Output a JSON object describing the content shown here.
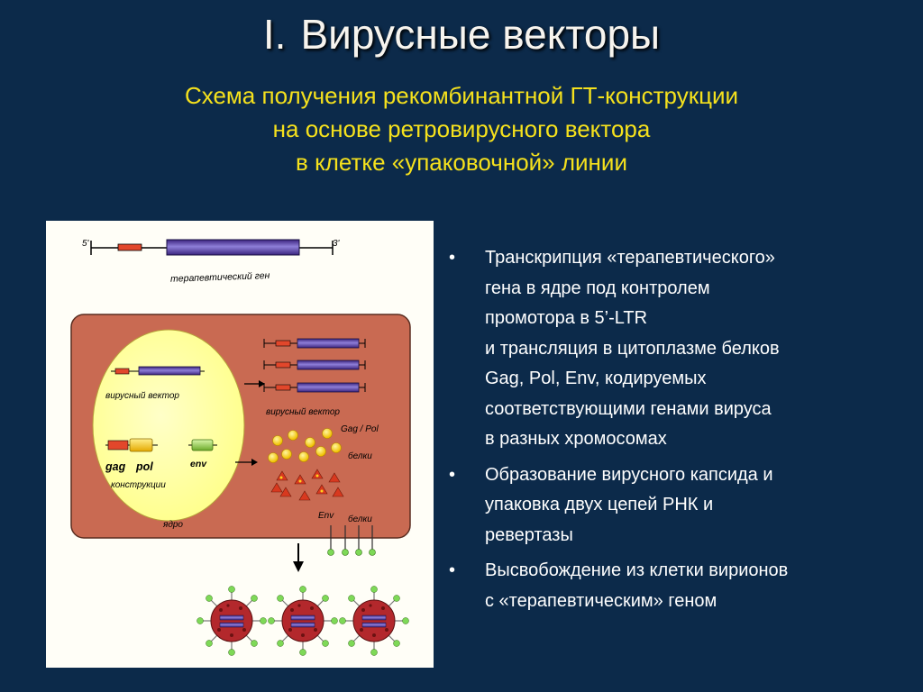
{
  "slide": {
    "number": "I.",
    "title": "Вирусные векторы",
    "subtitle_lines": [
      "Схема получения рекомбинантной ГТ-конструкции",
      "на основе ретровирусного вектора",
      "в клетке «упаковочной» линии"
    ]
  },
  "figure": {
    "five_prime": "5'",
    "three_prime": "3'",
    "therapeutic_gene": "терапевтический ген",
    "viral_vector_nucleus": "вирусный вектор",
    "viral_vector_cytoplasm": "вирусный вектор",
    "gag_pol_header": "Gag / Pol",
    "proteins_1": "белки",
    "gag": "gag",
    "pol": "pol",
    "env": "env",
    "constructs": "конструкции",
    "nucleus": "ядро",
    "env_protein": "Env",
    "proteins_2": "белки",
    "colors": {
      "rna_bar": "#5a3fae",
      "promoter": "#e2472b",
      "cell": "#c96a52",
      "nucleus": "#ffff9e",
      "gag_box": "#ffd21e",
      "env_box": "#9ed957",
      "virion": "#b3282c"
    }
  },
  "bullets": [
    {
      "marker": "•",
      "lines": [
        "Транскрипция «терапевтического»",
        "гена в ядре под контролем",
        "промотора в 5’-LTR",
        "и трансляция  в цитоплазме белков",
        "Gag, Pol, Env, кодируемых",
        "соответствующими генами  вируса",
        "в разных хромосомах"
      ]
    },
    {
      "marker": "•",
      "lines": [
        "Образование вирусного капсида и",
        "упаковка двух цепей РНК и",
        "ревертазы"
      ]
    },
    {
      "marker": "•",
      "lines": [
        "Высвобождение из клетки вирионов",
        "с «терапевтическим» геном"
      ]
    }
  ]
}
